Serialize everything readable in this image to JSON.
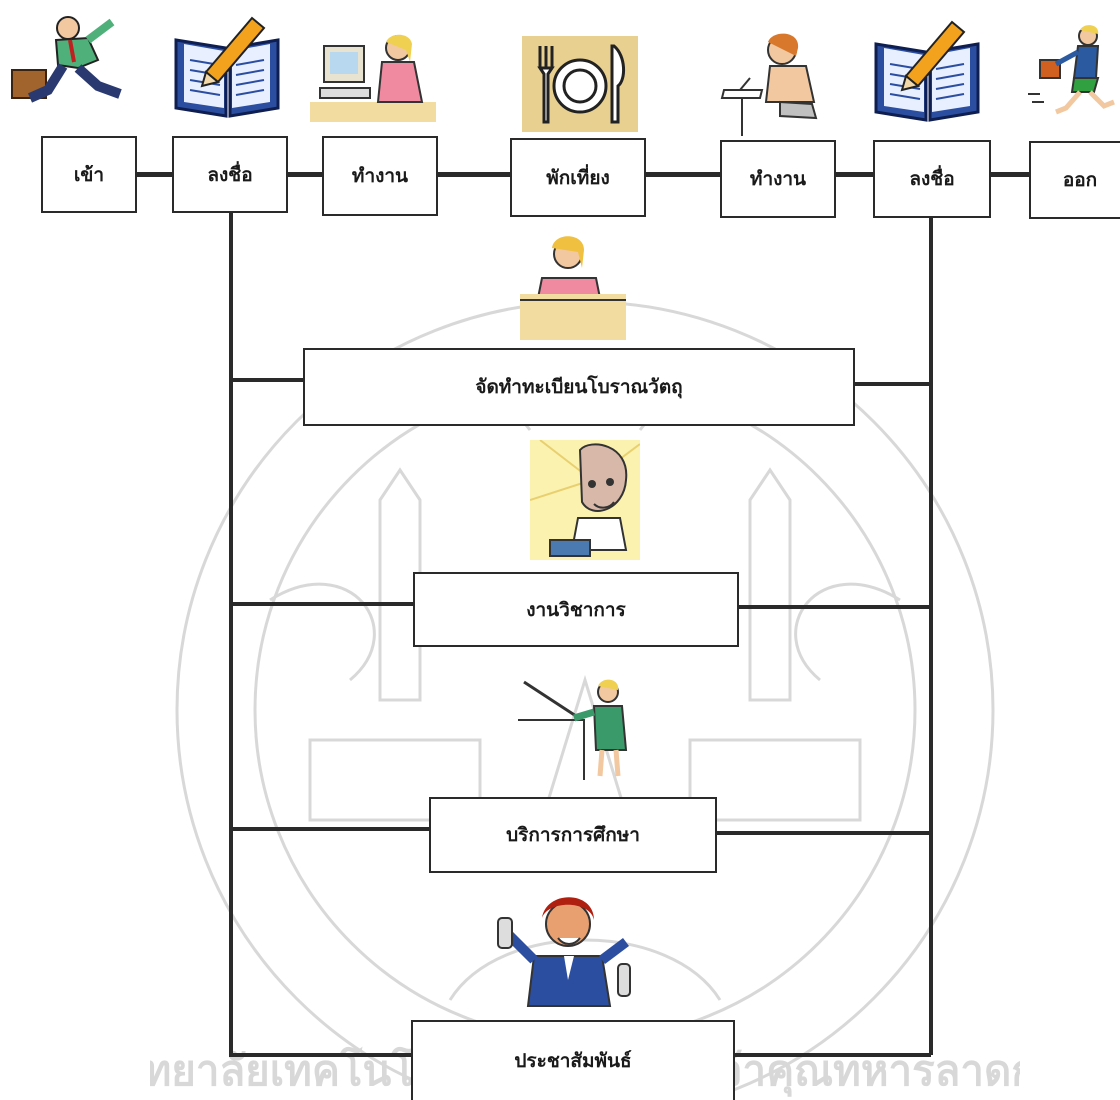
{
  "timeline": [
    {
      "id": "enter",
      "label": "เข้า",
      "icon": "running-businessman-icon"
    },
    {
      "id": "sign-in",
      "label": "ลงชื่อ",
      "icon": "book-pencil-icon"
    },
    {
      "id": "work-morning",
      "label": "ทำงาน",
      "icon": "computer-worker-icon"
    },
    {
      "id": "lunch",
      "label": "พักเที่ยง",
      "icon": "plate-fork-knife-icon"
    },
    {
      "id": "work-afternoon",
      "label": "ทำงาน",
      "icon": "writing-worker-icon"
    },
    {
      "id": "sign-out",
      "label": "ลงชื่อ",
      "icon": "book-pencil-icon"
    },
    {
      "id": "exit",
      "label": "ออก",
      "icon": "running-woman-icon"
    }
  ],
  "tasks": [
    {
      "id": "registration",
      "label": "จัดทำทะเบียนโบราณวัตถุ",
      "icon": "desk-clerk-icon"
    },
    {
      "id": "academic",
      "label": "งานวิชาการ",
      "icon": "thinking-scholar-icon"
    },
    {
      "id": "education-service",
      "label": "บริการการศึกษา",
      "icon": "teacher-pointer-icon"
    },
    {
      "id": "public-relations",
      "label": "ประชาสัมพันธ์",
      "icon": "phone-operator-icon"
    }
  ],
  "watermark": {
    "text_left": "มหาวิทยาลัยเทคโนโลยีพระจอมเกล้าเจ้าคุณทหารลาดกระบัง",
    "colors": {
      "lines": "#2a2a2a",
      "watermark": "#d8d8d8",
      "box_bg": "#ffffff"
    }
  }
}
